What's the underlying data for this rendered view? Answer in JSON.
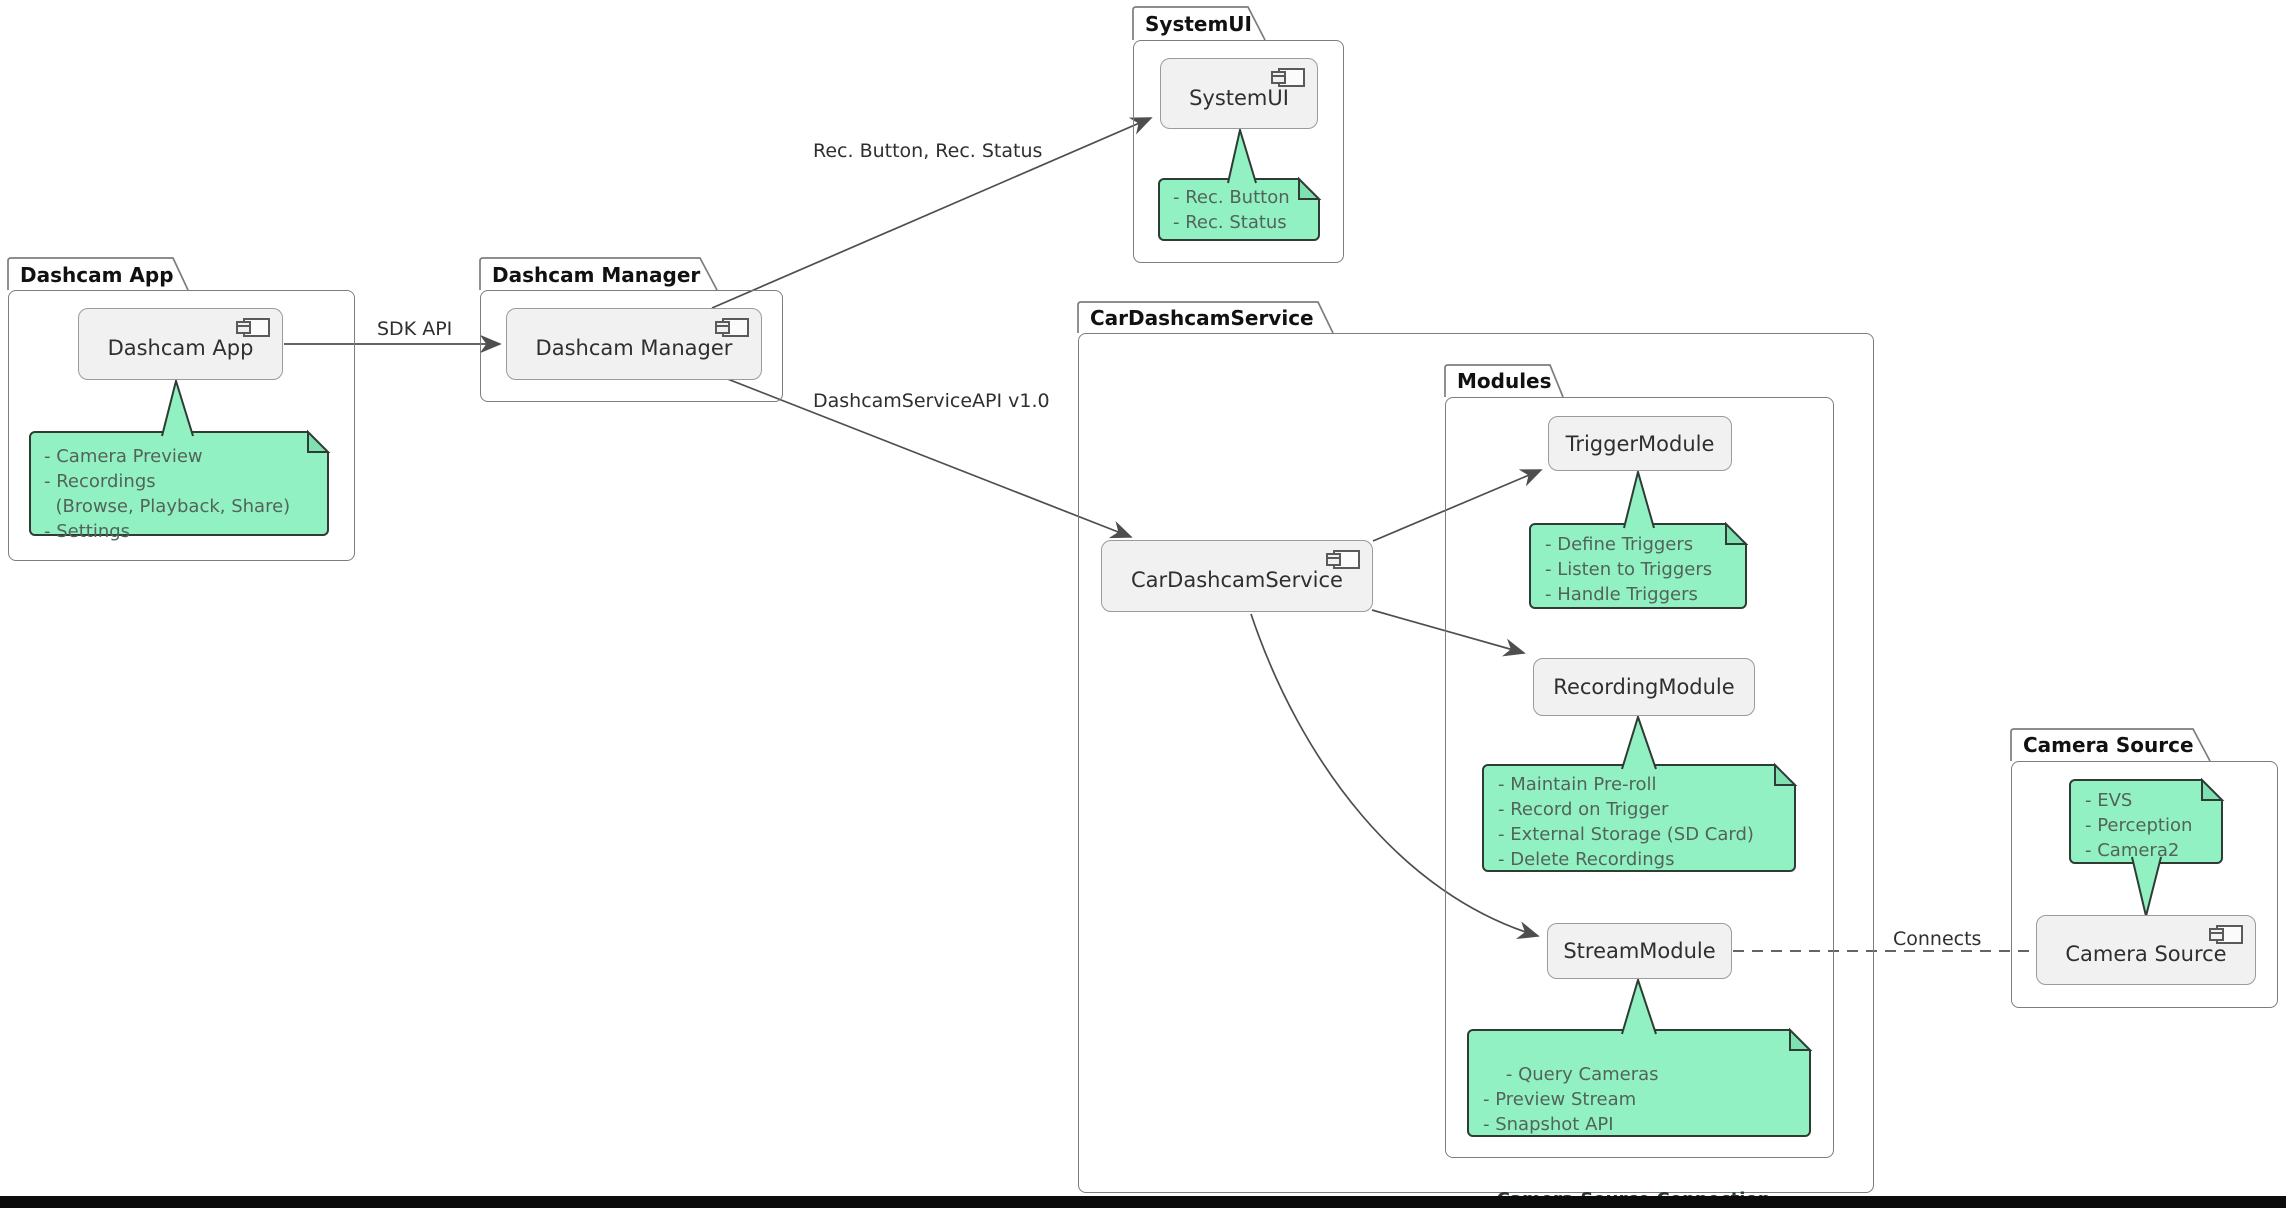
{
  "diagram": {
    "packages": {
      "dashcam_app": {
        "title": "Dashcam App"
      },
      "dashcam_manager": {
        "title": "Dashcam Manager"
      },
      "systemui": {
        "title": "SystemUI"
      },
      "car_dashcam_service": {
        "title": "CarDashcamService"
      },
      "modules": {
        "title": "Modules"
      },
      "camera_source": {
        "title": "Camera Source"
      }
    },
    "components": {
      "dashcam_app": {
        "label": "Dashcam App"
      },
      "dashcam_manager": {
        "label": "Dashcam Manager"
      },
      "systemui": {
        "label": "SystemUI"
      },
      "car_dashcam_service": {
        "label": "CarDashcamService"
      },
      "trigger_module": {
        "label": "TriggerModule"
      },
      "recording_module": {
        "label": "RecordingModule"
      },
      "stream_module": {
        "label": "StreamModule"
      },
      "camera_source": {
        "label": "Camera Source"
      }
    },
    "notes": {
      "dashcam_app": {
        "lines": [
          "- Camera Preview",
          "- Recordings",
          "  (Browse, Playback, Share)",
          "- Settings"
        ]
      },
      "systemui": {
        "lines": [
          "- Rec. Button",
          "- Rec. Status"
        ]
      },
      "trigger_module": {
        "lines": [
          "- Define Triggers",
          "- Listen to Triggers",
          "- Handle Triggers"
        ]
      },
      "recording_module": {
        "lines": [
          "- Maintain Pre-roll",
          "- Record on Trigger",
          "- External Storage (SD Card)",
          "- Delete Recordings"
        ]
      },
      "stream_module": {
        "lines": [
          "- Query Cameras",
          "- Preview Stream",
          "- Snapshot API"
        ],
        "bold_line": "- Camera Source Connection"
      },
      "camera_source": {
        "lines": [
          "- EVS",
          "- Perception",
          "- Camera2"
        ]
      }
    },
    "edges": {
      "sdk_api": {
        "label": "SDK API"
      },
      "rec_button": {
        "label": "Rec. Button, Rec. Status"
      },
      "service_api": {
        "label": "DashcamServiceAPI v1.0"
      },
      "connects": {
        "label": "Connects"
      }
    },
    "colors": {
      "note_fill": "#92f1c3",
      "note_fold": "#7fe0b2",
      "note_border": "#2f3c34",
      "note_text": "#52645a",
      "component_fill": "#f1f1f1",
      "component_border": "#9b9b9b",
      "package_border": "#7d7d7d",
      "edge_line": "#4e4e4e",
      "bottom_bar": "#0b0b0b"
    }
  }
}
